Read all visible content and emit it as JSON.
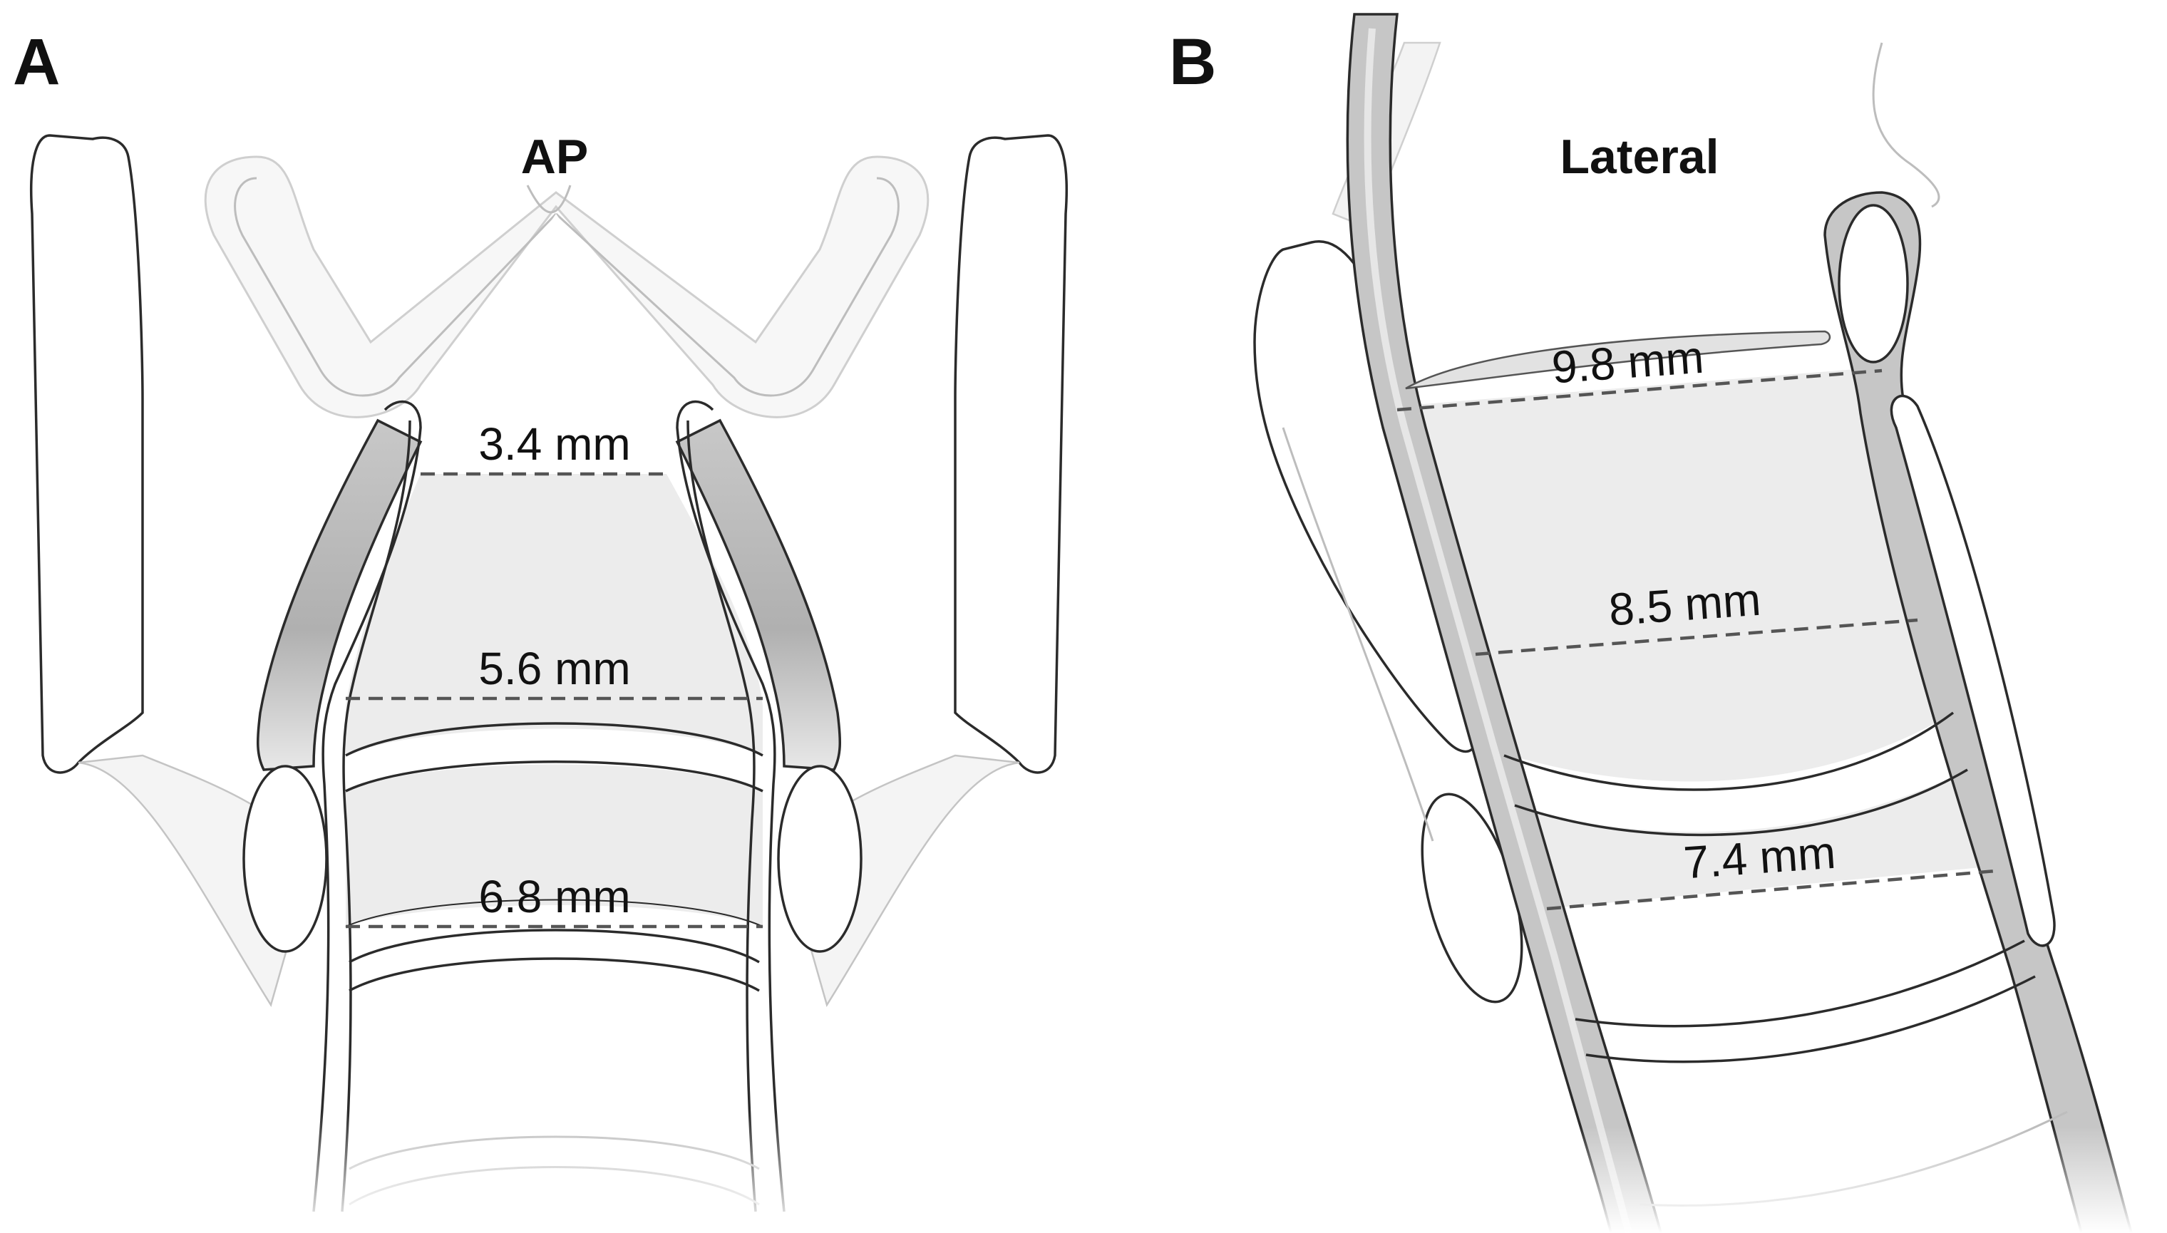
{
  "panels": [
    {
      "letter": "A",
      "view_title": "AP",
      "measurements": [
        "3.4 mm",
        "5.6 mm",
        "6.8 mm"
      ]
    },
    {
      "letter": "B",
      "view_title": "Lateral",
      "measurements": [
        "9.8 mm",
        "8.5 mm",
        "7.4 mm"
      ]
    }
  ],
  "colors": {
    "airway_fill": "#ececec",
    "cartilage_dark": "#b4b4b4",
    "cartilage_light": "#f1f1f1",
    "outline": "#2b2b2b",
    "dashed_line": "#555555"
  }
}
